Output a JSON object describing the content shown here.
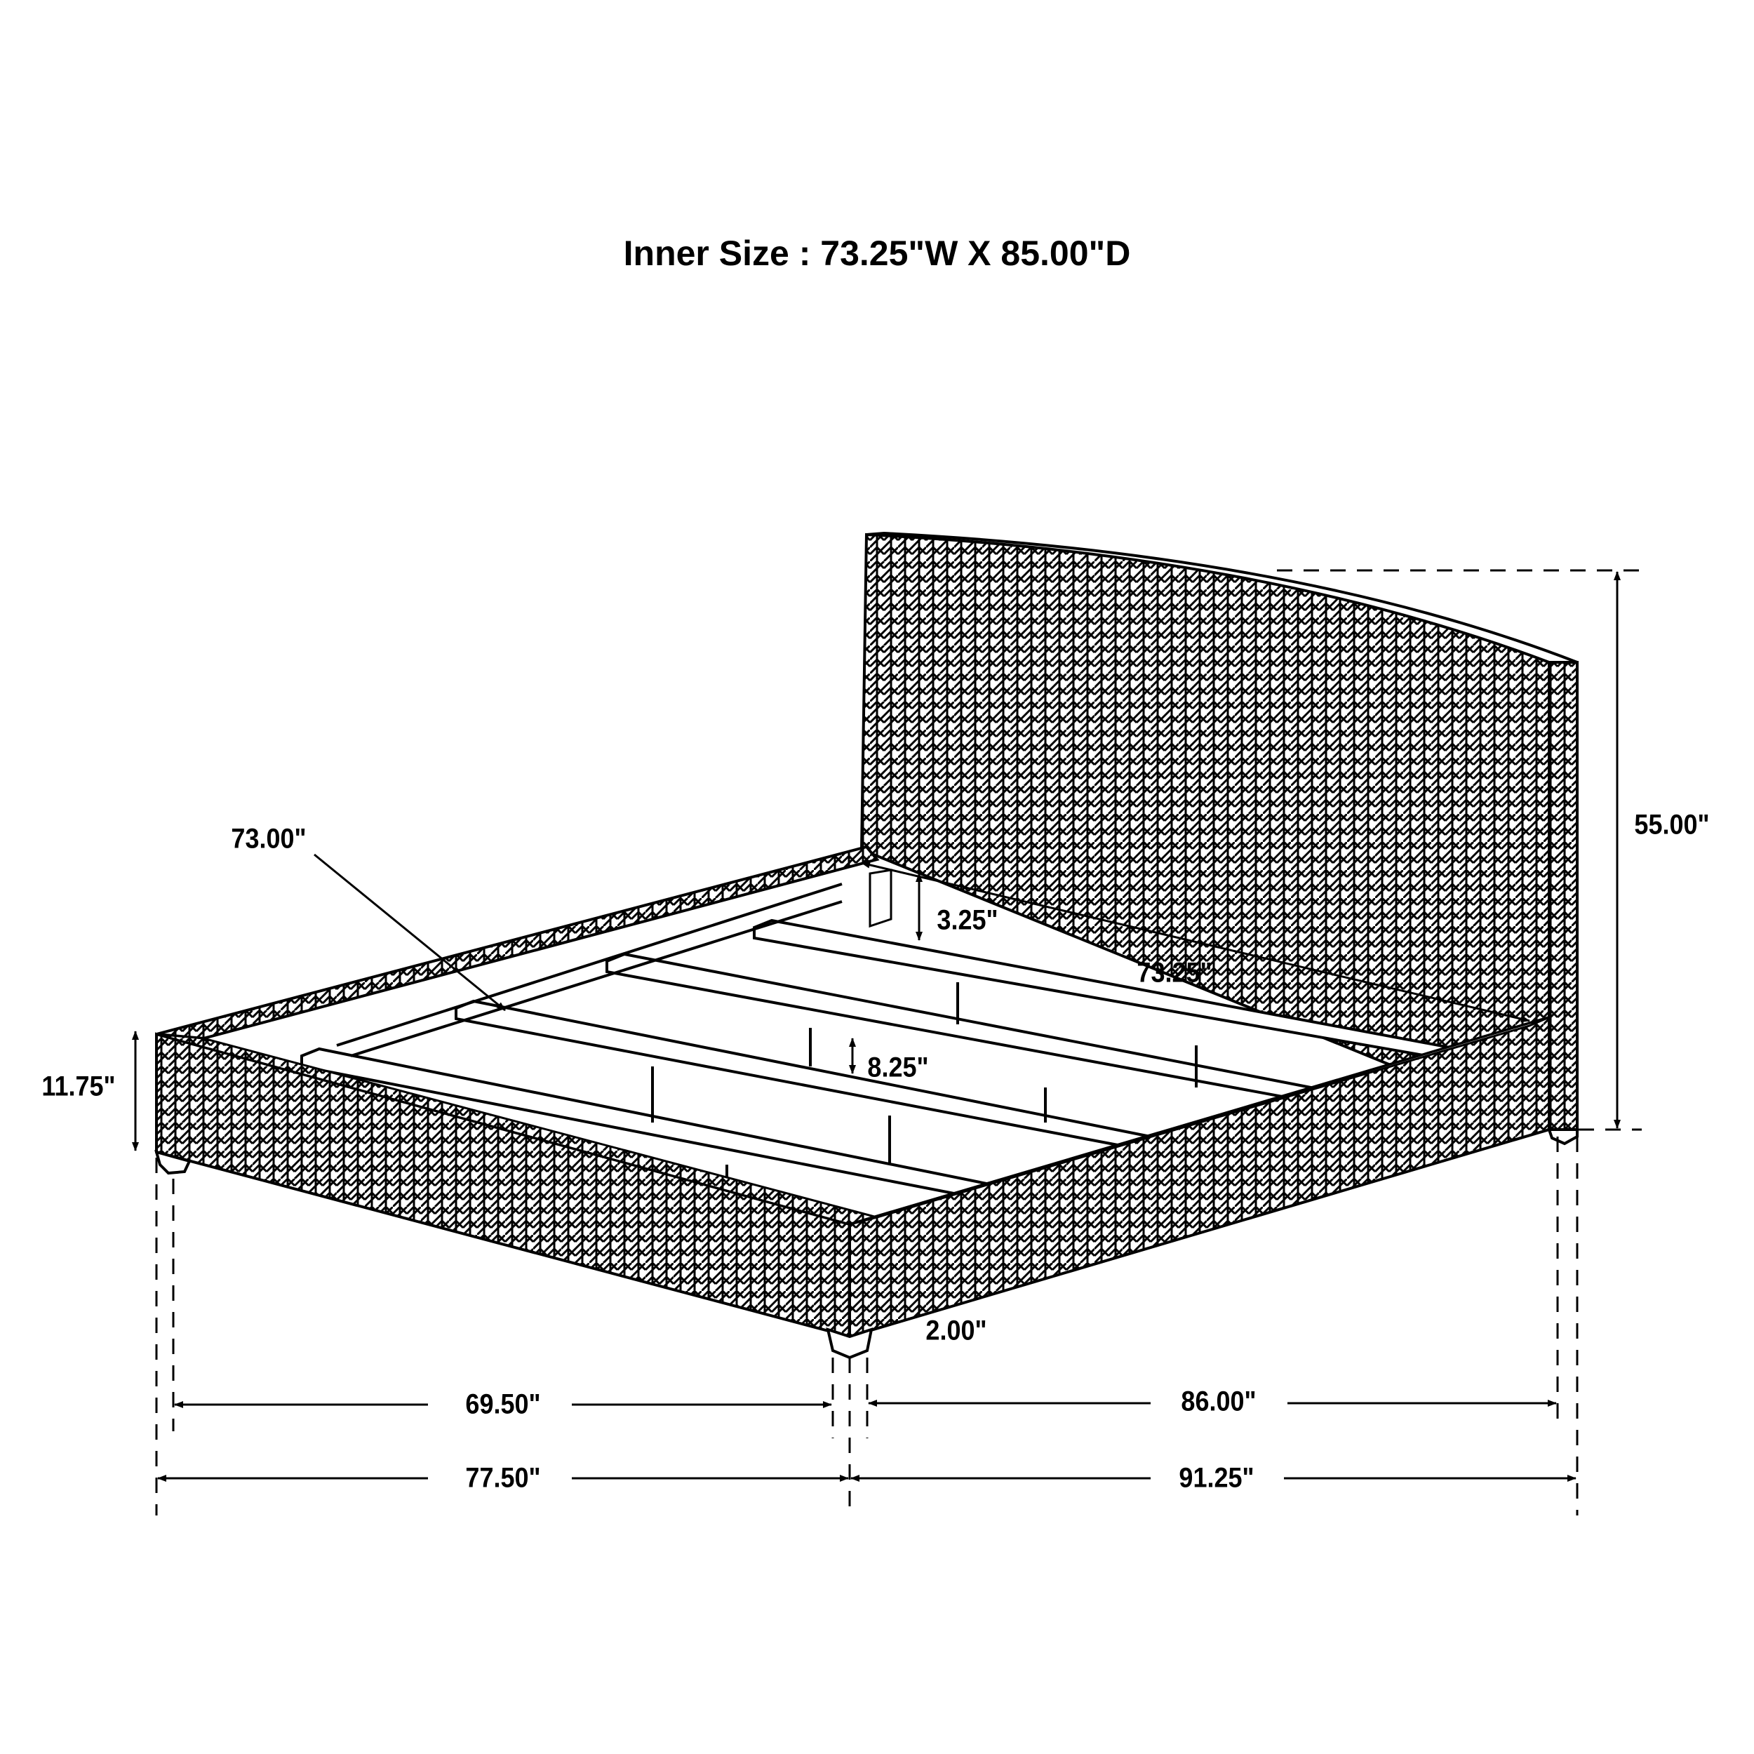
{
  "title": "Inner Size : 73.25\"W X 85.00\"D",
  "colors": {
    "line": "#000000",
    "background": "#ffffff"
  },
  "product": {
    "type": "upholstered platform bed",
    "pattern": "herringbone-fabric",
    "headboard_shape": "curved-top"
  },
  "dimensions": {
    "headboard_height": "55.00\"",
    "slat_length": "73.00\"",
    "inner_width": "73.25\"",
    "rail_to_slat_depth": "3.25\"",
    "support_leg_height": "8.25\"",
    "side_rail_height": "11.75\"",
    "leg_height": "2.00\"",
    "inner_width_front": "69.50\"",
    "inner_length_side": "86.00\"",
    "overall_width": "77.50\"",
    "overall_length": "91.25\""
  }
}
